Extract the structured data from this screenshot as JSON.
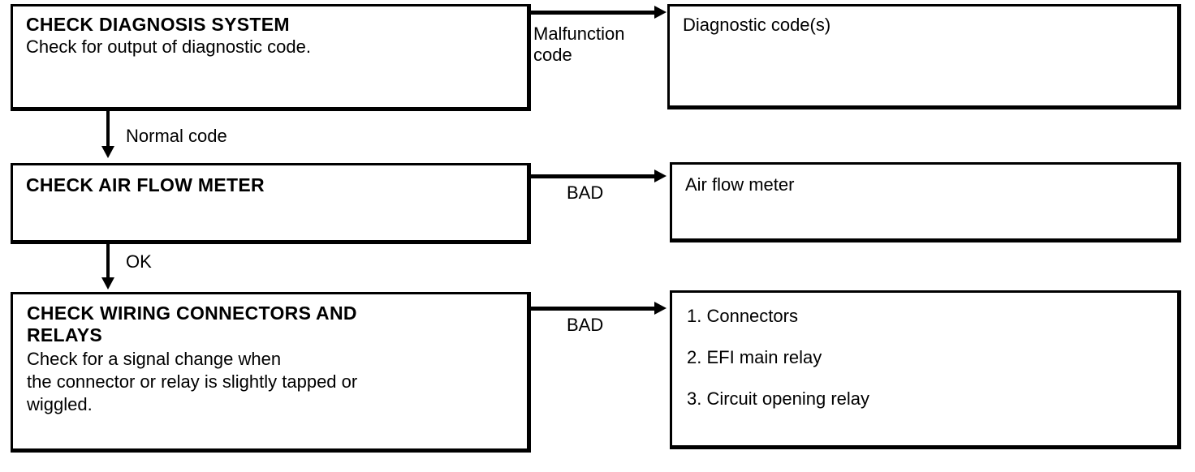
{
  "diagram": {
    "type": "troubleshooting-flowchart",
    "background_color": "#ffffff",
    "line_color": "#000000"
  },
  "steps": [
    {
      "id": "check-diagnosis-system",
      "heading": "CHECK DIAGNOSIS SYSTEM",
      "body": "Check for output of diagnostic code."
    },
    {
      "id": "check-air-flow-meter",
      "heading": "CHECK AIR FLOW METER",
      "body": ""
    },
    {
      "id": "check-wiring-connectors-and-relays",
      "heading": "CHECK WIRING CONNECTORS AND\nRELAYS",
      "body": "Check for a signal change when\nthe connector or relay is slightly tapped or\nwiggled."
    }
  ],
  "results": [
    {
      "id": "diagnostic-codes",
      "text": "Diagnostic code(s)"
    },
    {
      "id": "air-flow-meter",
      "text": "Air flow meter"
    },
    {
      "id": "wiring-faults",
      "items": [
        "1. Connectors",
        "2. EFI main relay",
        "3. Circuit opening relay"
      ]
    }
  ],
  "connectors": {
    "branch_1_label": "Malfunction\ncode",
    "branch_2_label": "BAD",
    "branch_3_label": "BAD",
    "flow_1_label": "Normal code",
    "flow_2_label": "OK"
  }
}
